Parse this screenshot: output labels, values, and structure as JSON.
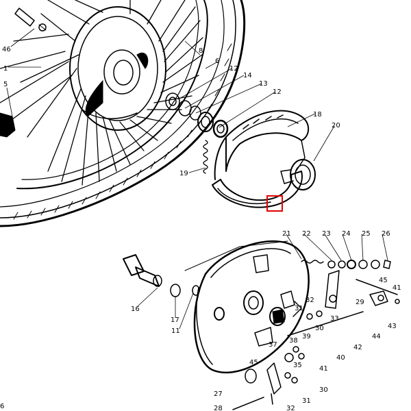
{
  "diagram": {
    "highlight_color": "#e00000",
    "ink_color": "#000000",
    "callouts": [
      "46",
      "1",
      "5",
      "8",
      "6",
      "12",
      "14",
      "13",
      "12",
      "18",
      "20",
      "19",
      "21",
      "22",
      "23",
      "24",
      "25",
      "26",
      "16",
      "17",
      "11",
      "32",
      "31",
      "30",
      "33",
      "29",
      "45",
      "41",
      "43",
      "39",
      "44",
      "38",
      "37",
      "42",
      "40",
      "35",
      "41",
      "45",
      "27",
      "30",
      "31",
      "28",
      "32",
      "6"
    ]
  }
}
